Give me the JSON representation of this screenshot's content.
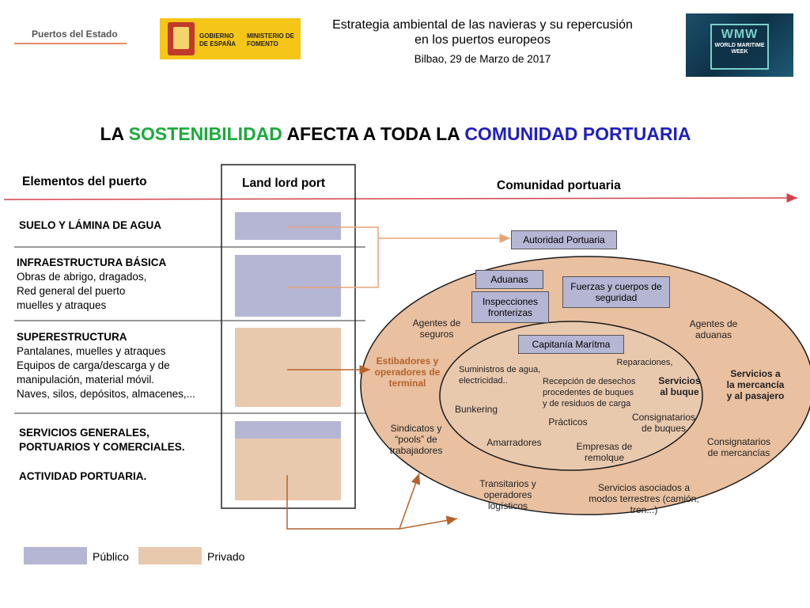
{
  "header": {
    "title_line1": "Estrategia ambiental de las navieras y su repercusión",
    "title_line2": "en los puertos europeos",
    "subtitle": "Bilbao, 29 de Marzo de 2017"
  },
  "logos": {
    "puertos": "Puertos del Estado",
    "gobierno": "GOBIERNO DE ESPAÑA",
    "ministerio": "MINISTERIO DE FOMENTO",
    "wmw_mark": "WMW",
    "wmw_text": "WORLD MARITIME WEEK"
  },
  "title": {
    "part1": "LA ",
    "part2": "SOSTENIBILIDAD",
    "part3": " AFECTA A TODA LA ",
    "part4": "COMUNIDAD PORTUARIA"
  },
  "columns": {
    "elements": "Elementos del puerto",
    "landlord": "Land lord port",
    "community": "Comunidad portuaria"
  },
  "sections": {
    "suelo": "SUELO Y LÁMINA DE AGUA",
    "infra_title": "INFRAESTRUCTURA BÁSICA",
    "infra_l1": "Obras de abrigo, dragados,",
    "infra_l2": "Red general del puerto",
    "infra_l3": "muelles y atraques",
    "super_title": "SUPERESTRUCTURA",
    "super_l1": "Pantalanes, muelles y atraques",
    "super_l2": "Equipos de carga/descarga y de",
    "super_l3": "manipulación, material móvil.",
    "super_l4": "Naves, silos, depósitos, almacenes,...",
    "serv_l1": "SERVICIOS GENERALES,",
    "serv_l2": "PORTUARIOS Y COMERCIALES.",
    "actividad": "ACTIVIDAD PORTUARIA."
  },
  "community": {
    "autoridad": "Autoridad Portuaria",
    "aduanas": "Aduanas",
    "fuerzas": "Fuerzas y cuerpos de seguridad",
    "inspecciones": "Inspecciones fronterizas",
    "agentes_seguros": "Agentes de seguros",
    "agentes_aduanas": "Agentes de aduanas",
    "capitania": "Capitanía Marítma",
    "estibadores": "Estibadores y operadores de terminal",
    "servicios_mercancia": "Servicios a la mercancía y al pasajero",
    "reparaciones": "Reparaciones,",
    "suministros": "Suministros de agua, electricidad..",
    "recepcion": "Recepción de desechos procedentes de buques y de residuos de carga",
    "servicios_buque": "Servicios al buque",
    "bunkering": "Bunkering",
    "practicos": "Prácticos",
    "consignatarios_buques": "Consignatarios de buques",
    "sindicatos": "Sindicatos y “pools” de trabajadores",
    "amarradores": "Amarradores",
    "remolque": "Empresas de remolque",
    "consignatarios_merc": "Consignatarios de mercancías",
    "transitarios": "Transitarios y operadores logísticos",
    "servicios_asociados": "Servicios asociados a modos terrestres (camión, tren...)"
  },
  "legend": {
    "publico": "Público",
    "privado": "Privado"
  },
  "colors": {
    "publico": "#b5b5d4",
    "privado": "#e9c9ae",
    "arrow": "#d0454a",
    "connector": "#e8a37a",
    "connector_dark": "#b5622a",
    "green": "#1aaa3c",
    "blue": "#1f1fbf"
  }
}
